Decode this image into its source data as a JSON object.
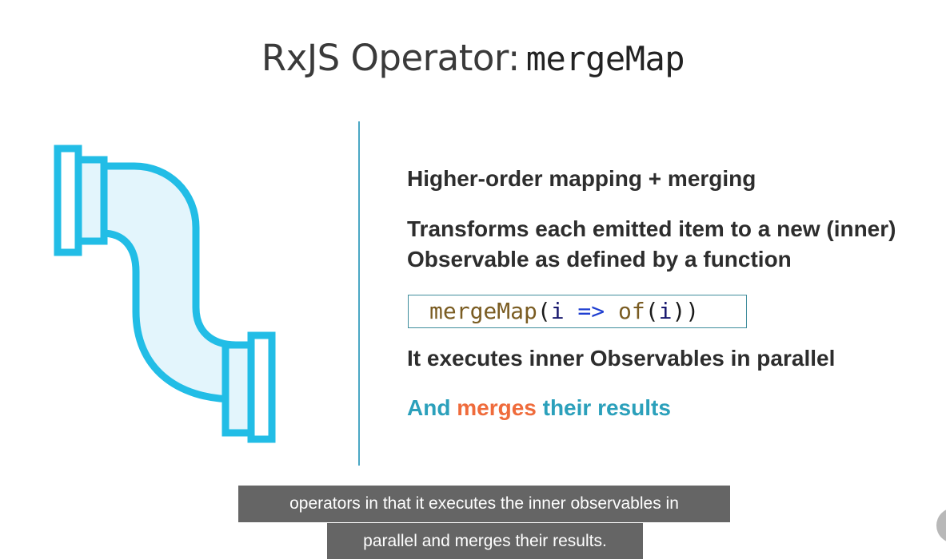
{
  "slide": {
    "title_prefix": "RxJS Operator:",
    "title_code": "mergeMap",
    "bullets": {
      "b1": "Higher-order mapping + merging",
      "b2": "Transforms each emitted item to a new (inner) Observable as defined by a function",
      "b4": "It executes inner Observables in parallel",
      "b5": {
        "part1": "And ",
        "highlight": "merges",
        "part2": " their results"
      }
    },
    "code": {
      "fn": "mergeMap",
      "open_paren": "(",
      "param": "i",
      "arrow": " => ",
      "inner_fn": "of",
      "inner_open": "(",
      "inner_arg": "i",
      "close": "))"
    },
    "icon": "pipe-icon"
  },
  "captions": {
    "line1": "operators in that it executes the inner observables in",
    "line2": "parallel and merges their results."
  },
  "colors": {
    "accent_teal": "#2ba0bb",
    "highlight_orange": "#ef6b3b",
    "pipe_stroke": "#22bde6",
    "pipe_fill": "#e3f5fc",
    "divider": "#4aa7c4"
  }
}
